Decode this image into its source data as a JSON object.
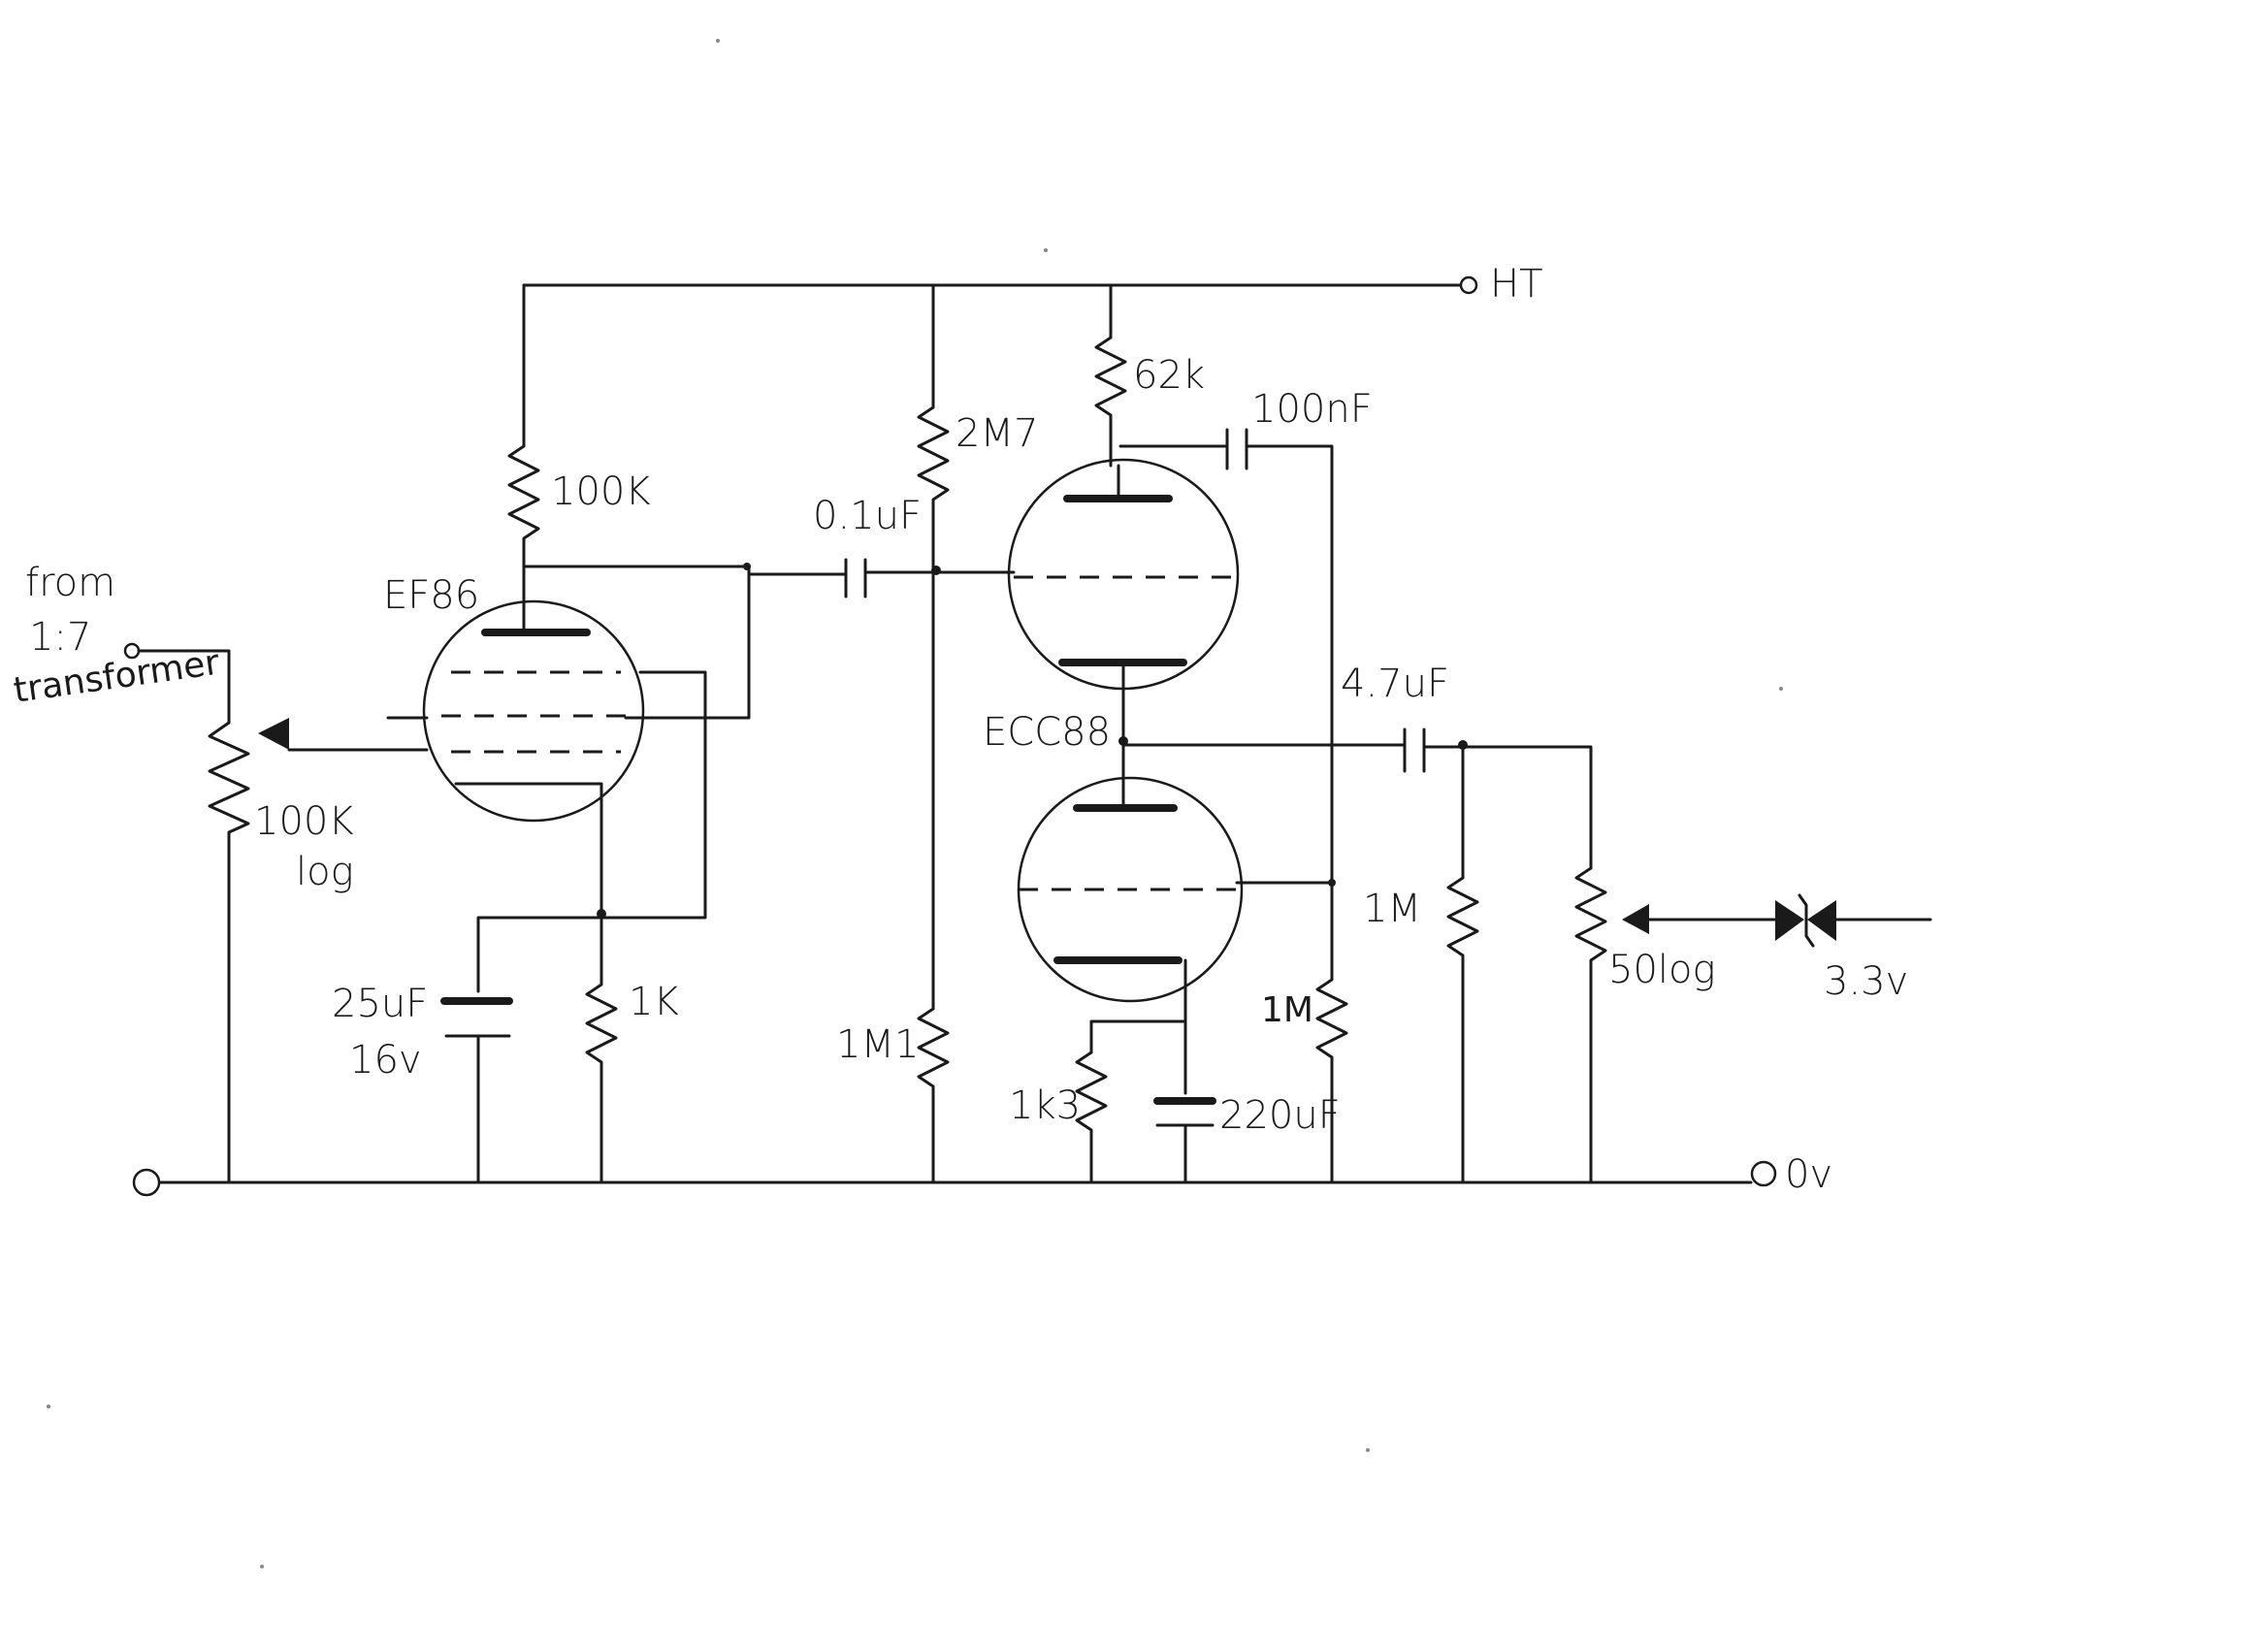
{
  "terminals": {
    "ht": "HT",
    "ground": "0v",
    "input": [
      "from",
      "1:7",
      "transformer"
    ]
  },
  "tubes": {
    "pentode": "EF86",
    "double_triode": "ECC88"
  },
  "components": {
    "r_plate_ef86": "100K",
    "input_pot": "100K",
    "input_pot_taper": "log",
    "cathode_cap": "25uF",
    "cathode_cap_voltage": "16v",
    "r_cathode_ef86": "1K",
    "coupling_cap": "0.1uF",
    "r_divider_top": "2M7",
    "r_divider_bottom": "1M1",
    "r_plate_top_triode": "62k",
    "cap_plate": "100nF",
    "cap_output": "4.7uF",
    "r_1m_right": "1M",
    "r_1m_left": "1M",
    "r_cathode_lower_triode": "1k3",
    "cap_cathode_lower": "220uF",
    "output_pot": "50log",
    "zener": "3.3v"
  }
}
